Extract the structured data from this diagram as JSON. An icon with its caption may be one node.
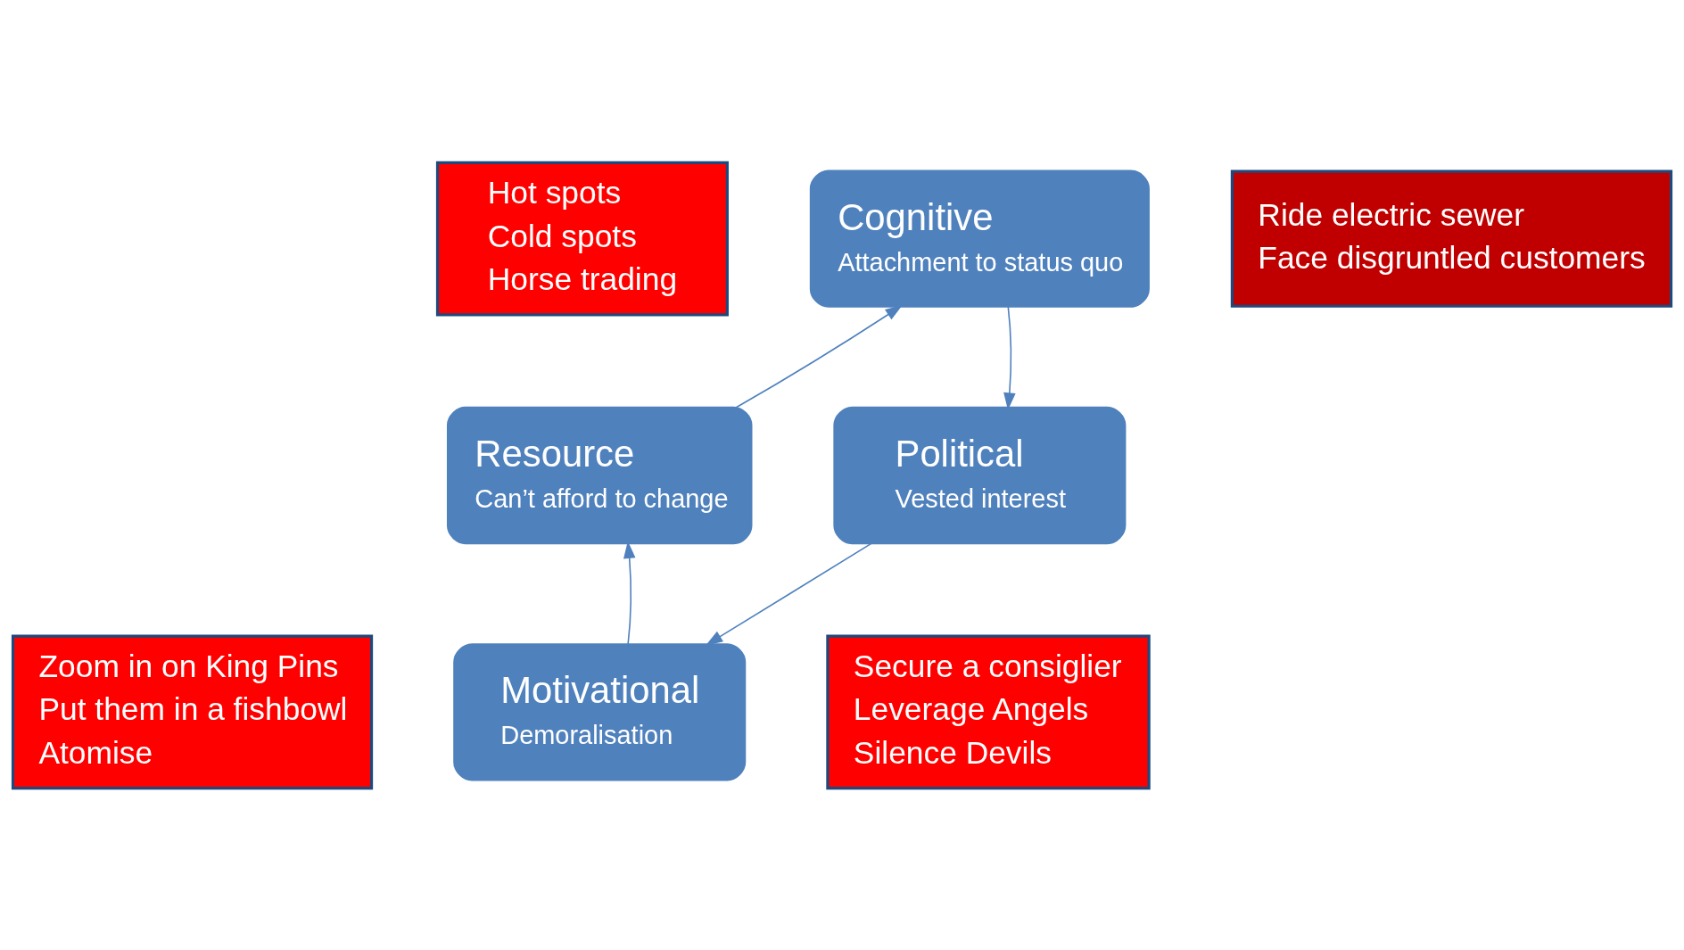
{
  "diagram": {
    "nodes": [
      {
        "text": [
          "Cognitive",
          "Attachment to status quo"
        ]
      },
      {
        "text": [
          "Ride electric sewer",
          "Face disgruntled customers"
        ]
      },
      {
        "text": [
          "Hot spots",
          "Cold spots",
          "Horse trading"
        ]
      },
      {
        "text": [
          "Resource",
          "Can’t afford to change"
        ]
      },
      {
        "text": [
          "Political",
          "Vested interest"
        ]
      },
      {
        "text": [
          "Secure a consiglier",
          "Leverage Angels",
          "Silence Devils"
        ]
      },
      {
        "text": [
          "Motivational",
          "Demoralisation"
        ]
      },
      {
        "text": [
          "Zoom in on King Pins",
          "Put them in a fishbowl",
          "Atomise"
        ]
      }
    ],
    "edges": [
      {
        "from": 0,
        "to": 4,
        "arrow": "to"
      },
      {
        "from": 4,
        "to": 6,
        "arrow": "to"
      },
      {
        "from": 6,
        "to": 3,
        "arrow": "to"
      },
      {
        "from": 3,
        "to": 0,
        "arrow": "to"
      }
    ]
  }
}
